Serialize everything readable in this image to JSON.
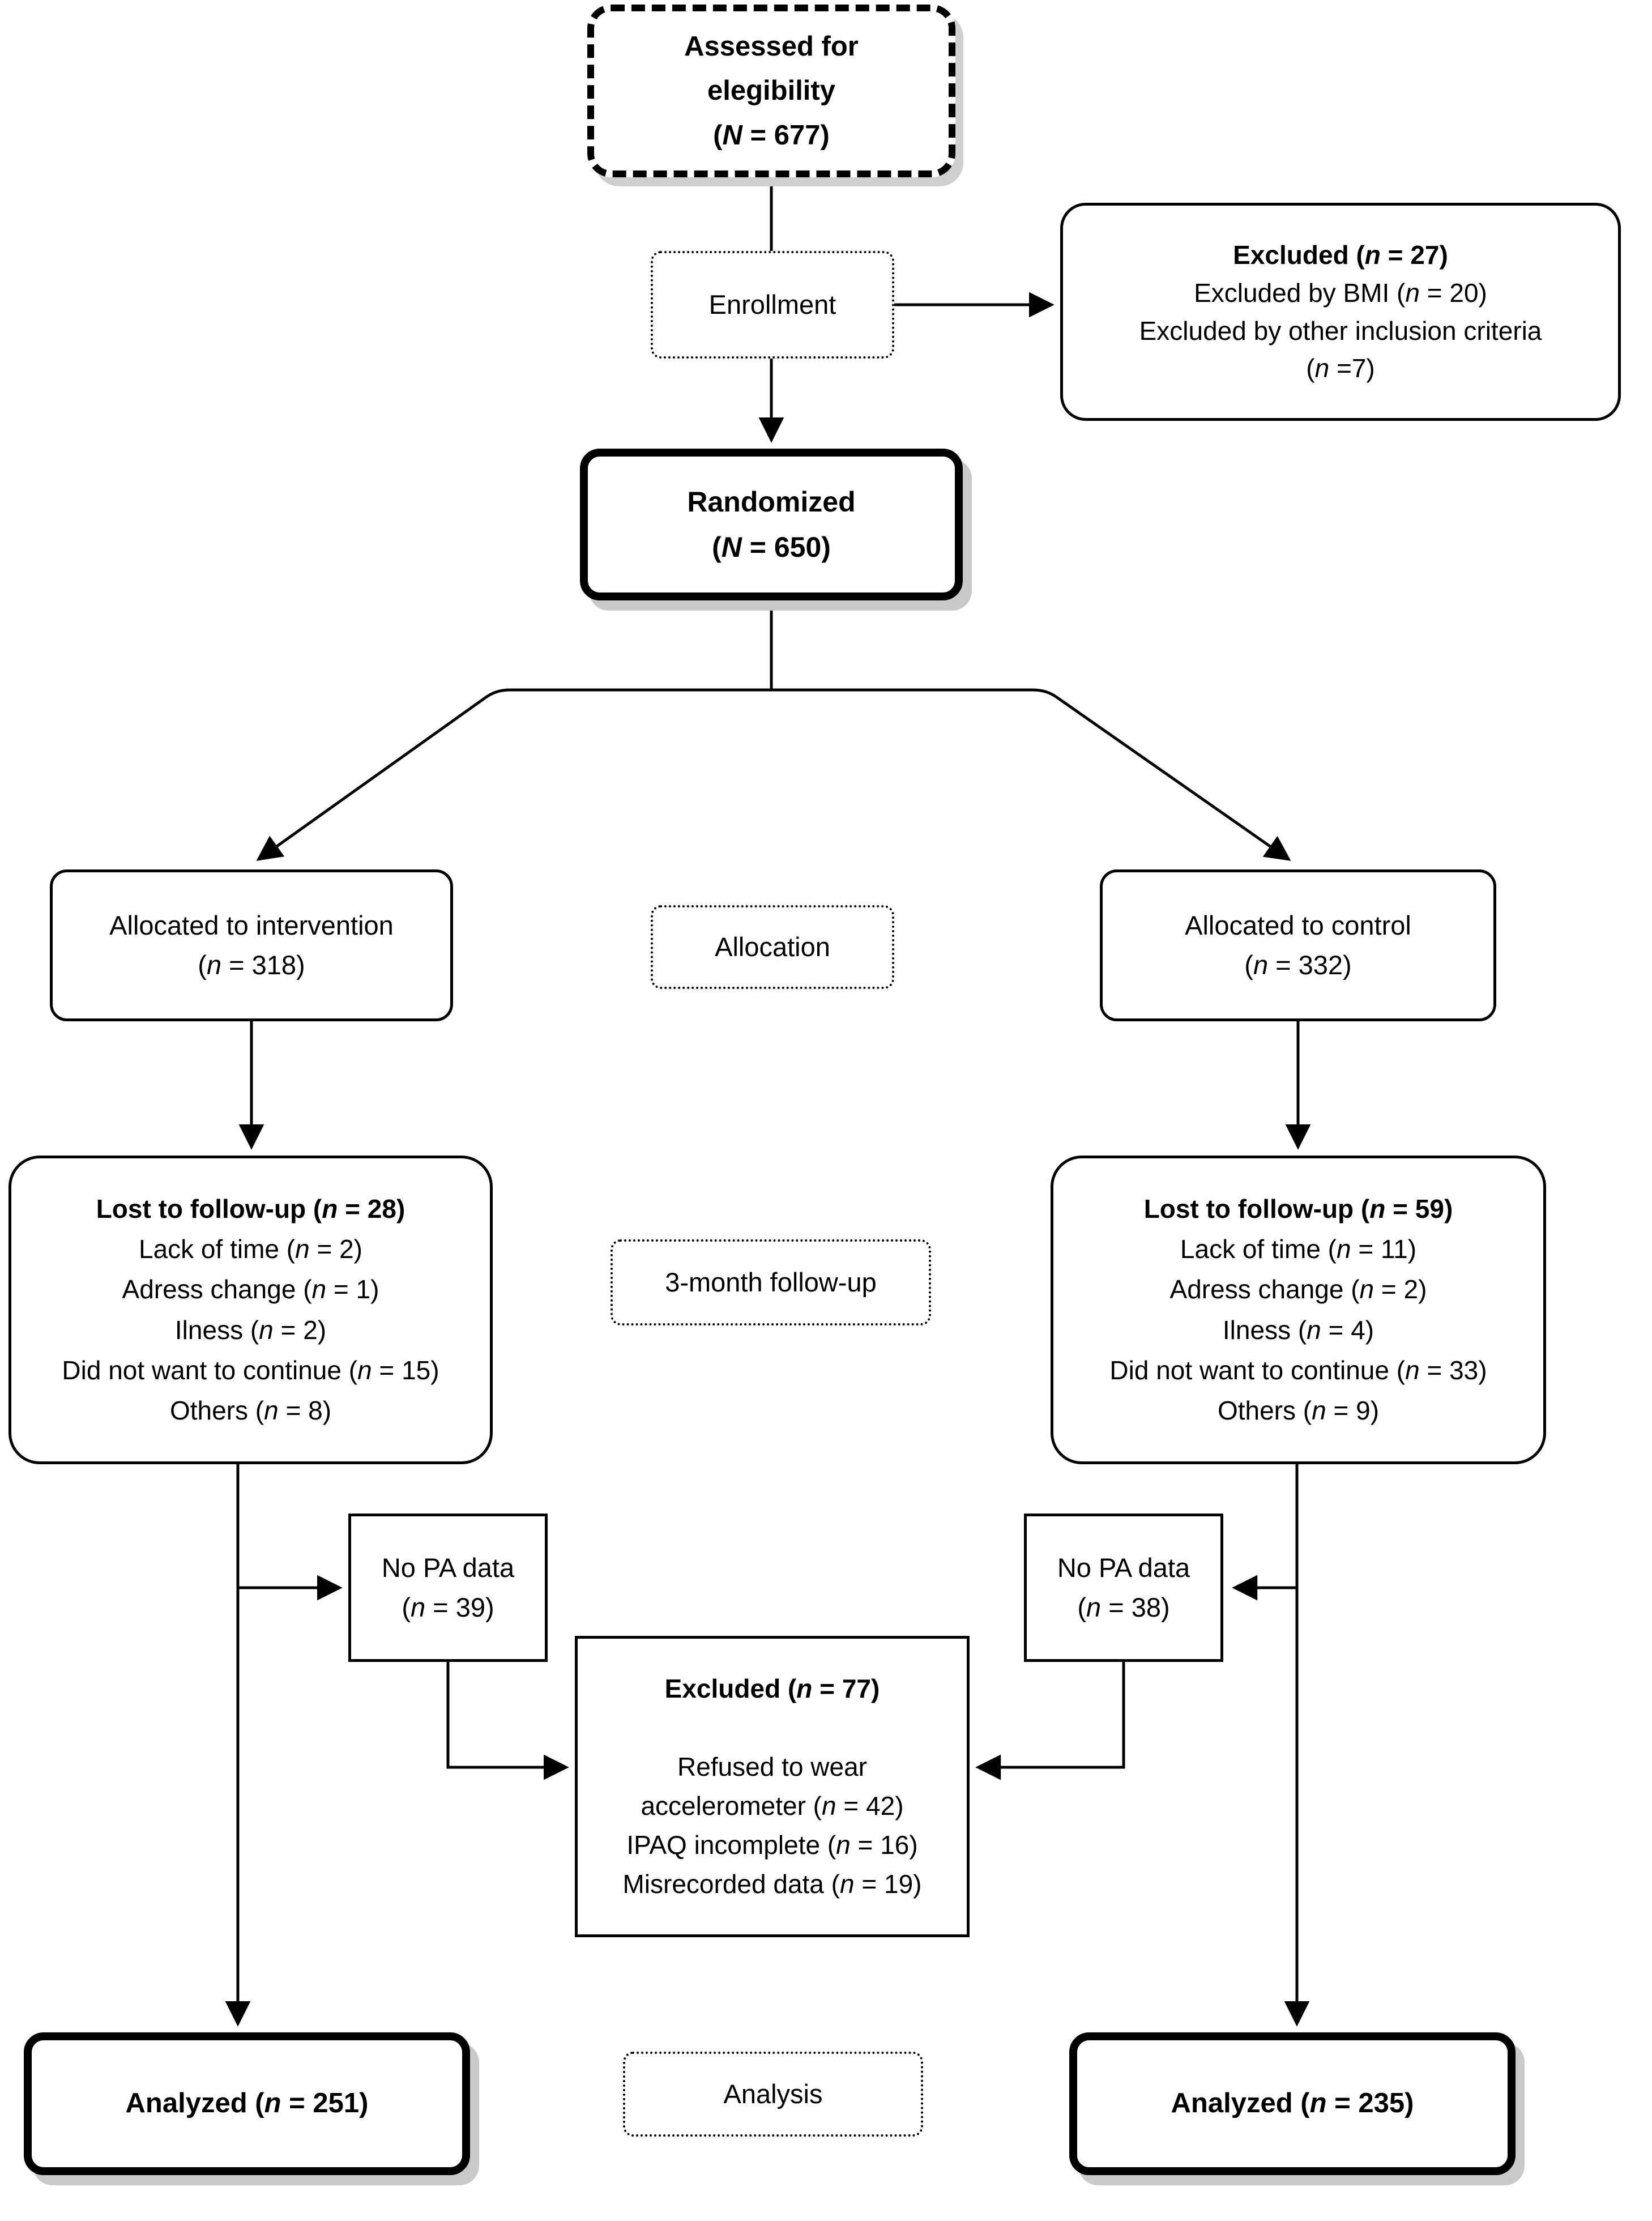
{
  "figure": {
    "title": "CONSORT participant flow diagram",
    "colors": {
      "line": "#000000",
      "box_border": "#000000",
      "box_background": "#ffffff",
      "shadow": "#c9c9c9",
      "page_background": "#ffffff"
    },
    "boxes": {
      "assessed": {
        "lines": [
          {
            "text": "Assessed for",
            "bold": true
          },
          {
            "text": "elegibility",
            "bold": true
          },
          {
            "text": "(N = 677)",
            "bold": true
          }
        ]
      },
      "enrollment_label": {
        "lines": [
          {
            "text": "Enrollment"
          }
        ]
      },
      "excluded_enrollment": {
        "lines": [
          {
            "text": "Excluded (n = 27)",
            "bold": true
          },
          {
            "text": "Excluded by BMI (n = 20)"
          },
          {
            "text": "Excluded by other inclusion criteria"
          },
          {
            "text": "(n =7)"
          }
        ]
      },
      "randomized": {
        "lines": [
          {
            "text": "Randomized",
            "bold": true
          },
          {
            "text": "(N = 650)",
            "bold": true
          }
        ]
      },
      "allocated_intervention": {
        "lines": [
          {
            "text": "Allocated to intervention"
          },
          {
            "text": "(n = 318)"
          }
        ]
      },
      "allocation_label": {
        "lines": [
          {
            "text": "Allocation"
          }
        ]
      },
      "allocated_control": {
        "lines": [
          {
            "text": "Allocated to control"
          },
          {
            "text": "(n = 332)"
          }
        ]
      },
      "lost_intervention": {
        "lines": [
          {
            "text": "Lost to follow-up (n = 28)",
            "bold": true
          },
          {
            "text": "Lack of time (n = 2)"
          },
          {
            "text": "Adress change (n = 1)"
          },
          {
            "text": "Ilness (n = 2)"
          },
          {
            "text": "Did not want to continue (n = 15)"
          },
          {
            "text": "Others (n = 8)"
          }
        ]
      },
      "followup_label": {
        "lines": [
          {
            "text": "3-month follow-up"
          }
        ]
      },
      "lost_control": {
        "lines": [
          {
            "text": "Lost to follow-up (n = 59)",
            "bold": true
          },
          {
            "text": "Lack of time (n = 11)"
          },
          {
            "text": "Adress change (n = 2)"
          },
          {
            "text": "Ilness (n = 4)"
          },
          {
            "text": "Did not want to continue (n = 33)"
          },
          {
            "text": "Others (n = 9)"
          }
        ]
      },
      "no_pa_intervention": {
        "lines": [
          {
            "text": "No PA data"
          },
          {
            "text": "(n = 39)"
          }
        ]
      },
      "no_pa_control": {
        "lines": [
          {
            "text": "No PA data"
          },
          {
            "text": "(n = 38)"
          }
        ]
      },
      "excluded_pa": {
        "lines": [
          {
            "text": "Excluded (n = 77)",
            "bold": true
          },
          {
            "text": ""
          },
          {
            "text": "Refused to wear"
          },
          {
            "text": "accelerometer (n = 42)"
          },
          {
            "text": "IPAQ incomplete (n = 16)"
          },
          {
            "text": "Misrecorded data (n = 19)"
          }
        ]
      },
      "analysis_label": {
        "lines": [
          {
            "text": "Analysis"
          }
        ]
      },
      "analyzed_intervention": {
        "lines": [
          {
            "text": "Analyzed (n = 251)",
            "bold": true
          }
        ]
      },
      "analyzed_control": {
        "lines": [
          {
            "text": "Analyzed (n = 235)",
            "bold": true
          }
        ]
      }
    }
  }
}
